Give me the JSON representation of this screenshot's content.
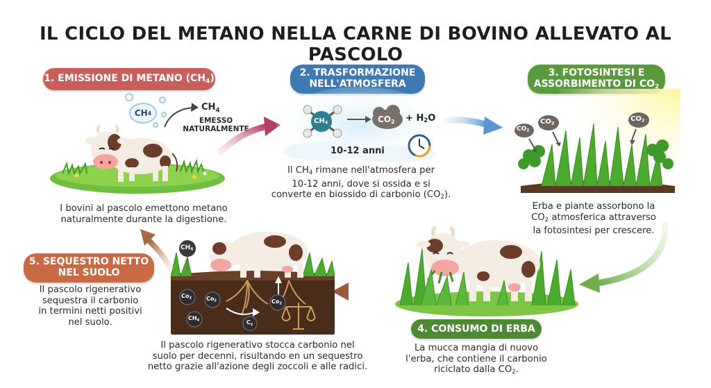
{
  "title": "IL CICLO DEL METANO NELLA CARNE DI BOVINO ALLEVATO AL PASCOLO",
  "steps": [
    {
      "label": "1. EMISSIONE DI METANO (CH",
      "label_sub": "4",
      "label_tail": ")",
      "description": "I bovini al pascolo emettono metano naturalmente durante la digestione.",
      "color": "#c95f5a"
    },
    {
      "label_line1": "2. TRASFORMAZIONE",
      "label_line2": "NELL'ATMOSFERA",
      "desc_1": "Il CH",
      "desc_sub1": "4",
      "desc_2": " rimane nell'atmosfera per",
      "desc_line2": "10-12 anni, dove si ossida e si",
      "desc_line3a": "converte en biossido di carbonio (CO",
      "desc_sub2": "2",
      "desc_line3b": ").",
      "color": "#3f79b4"
    },
    {
      "label_line1": "3. FOTOSINTESI E",
      "label_line2": "ASSORBIMENTO DI CO",
      "label_sub": "2",
      "desc_line1": "Erba e piante assorbono la",
      "desc_line2a": "CO",
      "desc_sub": "2",
      "desc_line2b": " atmosferica attraverso",
      "desc_line3": "la fotosintesi per crescere.",
      "color": "#5a9a3d"
    },
    {
      "label": "4. CONSUMO DI ERBA",
      "desc_line1": "La mucca mangia di nuovo",
      "desc_line2": "l'erba, che contiene il carbonio",
      "desc_line3a": "riciclato dalla CO",
      "desc_sub": "2",
      "desc_line3b": ".",
      "color": "#4e8a35"
    },
    {
      "label_line1": "5. SEQUESTRO NETTO",
      "label_line2": "NEL SUOLO",
      "desc_line1": "Il pascolo rigenerativo",
      "desc_line2": "sequestra il carbonio",
      "desc_line3": "in termini netti positivi",
      "desc_line4": "nel suolo.",
      "color": "#c96a45"
    }
  ],
  "bottom_description": {
    "line1": "Il pascolo rigenerativo stocca carbonio nel",
    "line2": "suolo per decenni, risultando en un sequestro",
    "line3": "netto grazie all'azione degli zoccoli e alle radici."
  },
  "illustration_labels": {
    "ch4_bubble": "CH",
    "ch4_bubble_sub": "4",
    "emitted_formula": "CH",
    "emitted_formula_sub": "4",
    "emitted_line1": "EMESSO",
    "emitted_line2": "NATURALMENTE",
    "methane_molecule": "CH",
    "methane_molecule_sub": "4",
    "co2_cloud": "CO",
    "co2_cloud_sub": "2",
    "plus": "+",
    "water": "H",
    "water_sub": "2",
    "water_tail": "O",
    "duration": "10-12 anni",
    "co2_a": "CO",
    "co2_a_sub": "2",
    "co2_b": "CO",
    "co2_b_sub": "2",
    "co2_c": "CO",
    "co2_c_sub": "2",
    "soil_ch4": "CH",
    "soil_ch4_sub": "4",
    "soil_co2_a": "Co",
    "soil_co2_a_sub": "2",
    "soil_co2_b": "Co",
    "soil_co2_b_sub": "2",
    "soil_co2_c": "Co",
    "soil_co2_c_sub": "2",
    "soil_ch4_b": "CH",
    "soil_ch4_b_sub": "4",
    "soil_c": "C",
    "soil_c_sub": "y"
  },
  "colors": {
    "arrow": "#b0615f",
    "soil": "#4a2c1a",
    "grass": "#4caa2f",
    "sky_blue": "#cfe6f7",
    "sun": "#fff2a8"
  }
}
